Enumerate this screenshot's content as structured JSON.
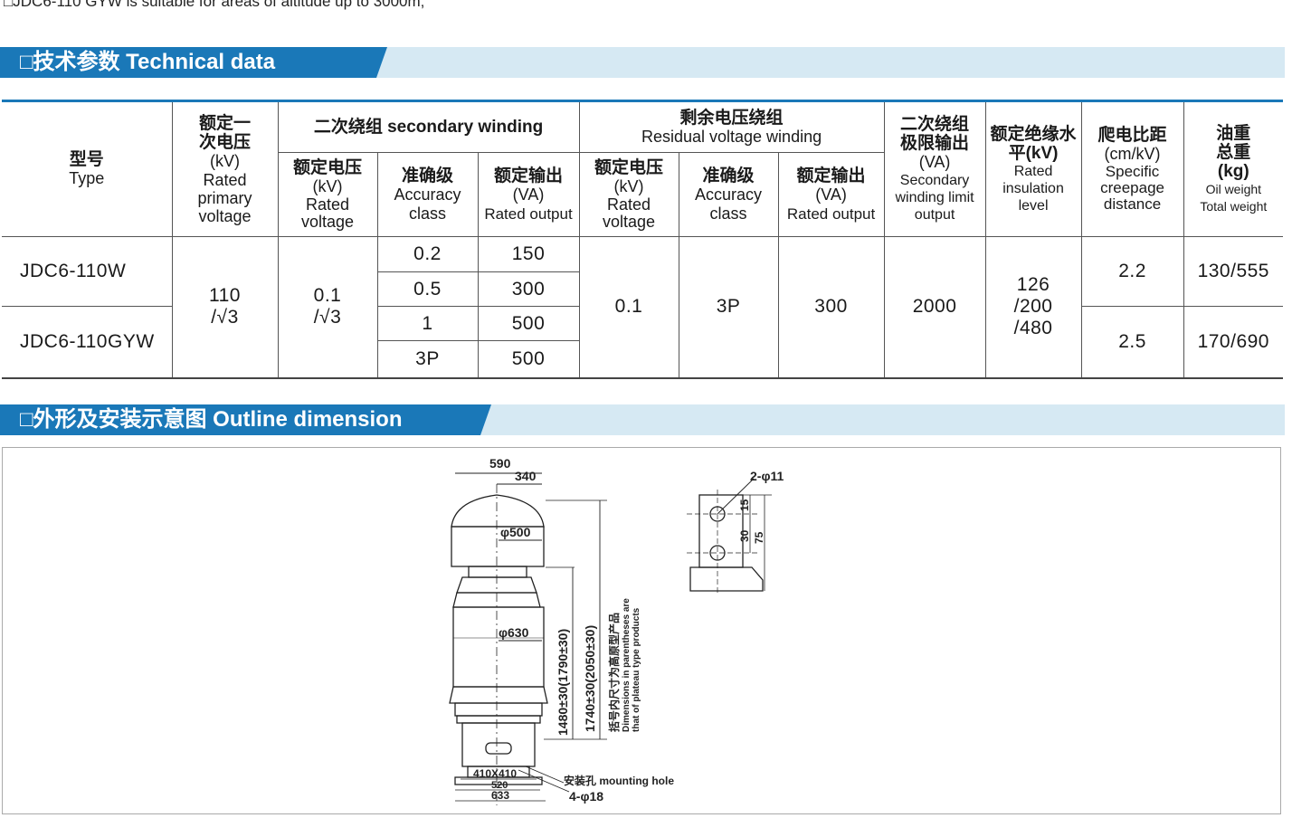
{
  "top_note": "□JDC6-110 GYW is suitable for areas of altitude up to 3000m;",
  "section1": {
    "title": "□技术参数 Technical data"
  },
  "section2": {
    "title": "□外形及安装示意图 Outline dimension"
  },
  "headers": {
    "type_cn": "型号",
    "type_en": "Type",
    "primary_cn": "额定一次电压",
    "primary_unit": "(kV)",
    "primary_en": "Rated primary voltage",
    "secondary_group": "二次绕组 secondary winding",
    "residual_group_cn": "剩余电压绕组",
    "residual_group_en": "Residual voltage winding",
    "sec_rated_cn": "额定电压",
    "sec_rated_unit": "(kV)",
    "sec_rated_en": "Rated voltage",
    "acc_cn": "准确级",
    "acc_en": "Accuracy class",
    "out_cn": "额定输出",
    "out_unit": "(VA)",
    "out_en": "Rated output",
    "limit_cn": "二次绕组极限输出",
    "limit_unit": "(VA)",
    "limit_en": "Secondary winding limit output",
    "ins_cn": "额定绝缘水平(kV)",
    "ins_en": "Rated insulation level",
    "creep_cn": "爬电比距",
    "creep_unit": "(cm/kV)",
    "creep_en": "Specific creepage distance",
    "oil_cn": "油重总重",
    "oil_unit": "(kg)",
    "oil_en": "Oil weight Total weight"
  },
  "rows": {
    "type1": "JDC6-110W",
    "type2": "JDC6-110GYW",
    "primary_voltage": "110",
    "primary_sqrt": "/√3",
    "secondary_voltage": "0.1",
    "secondary_sqrt": "/√3",
    "accuracy": [
      "0.2",
      "0.5",
      "1",
      "3P"
    ],
    "output": [
      "150",
      "300",
      "500",
      "500"
    ],
    "residual_voltage": "0.1",
    "residual_accuracy": "3P",
    "residual_output": "300",
    "limit_output": "2000",
    "insulation": [
      "126",
      "/200",
      "/480"
    ],
    "creepage": [
      "2.2",
      "2.5"
    ],
    "weight": [
      "130/555",
      "170/690"
    ]
  },
  "drawing": {
    "dim_590": "590",
    "dim_340": "340",
    "dim_phi500": "φ500",
    "dim_phi630": "φ630",
    "dim_1480": "1480±30(1790±30)",
    "dim_1740": "1740±30(2050±30)",
    "note_cn": "括号内尺寸为高原型产品",
    "note_en1": "Dimensions in parentheses are",
    "note_en2": "that of plateau type products",
    "dim_410": "410X410",
    "dim_520": "520",
    "dim_633": "633",
    "mount_label": "安装孔 mounting hole",
    "mount_holes": "4-φ18",
    "detail_holes": "2-φ11",
    "detail_15": "15",
    "detail_30": "30",
    "detail_75": "75"
  },
  "colors": {
    "accent": "#1a78b8",
    "band": "#d6e9f3"
  }
}
